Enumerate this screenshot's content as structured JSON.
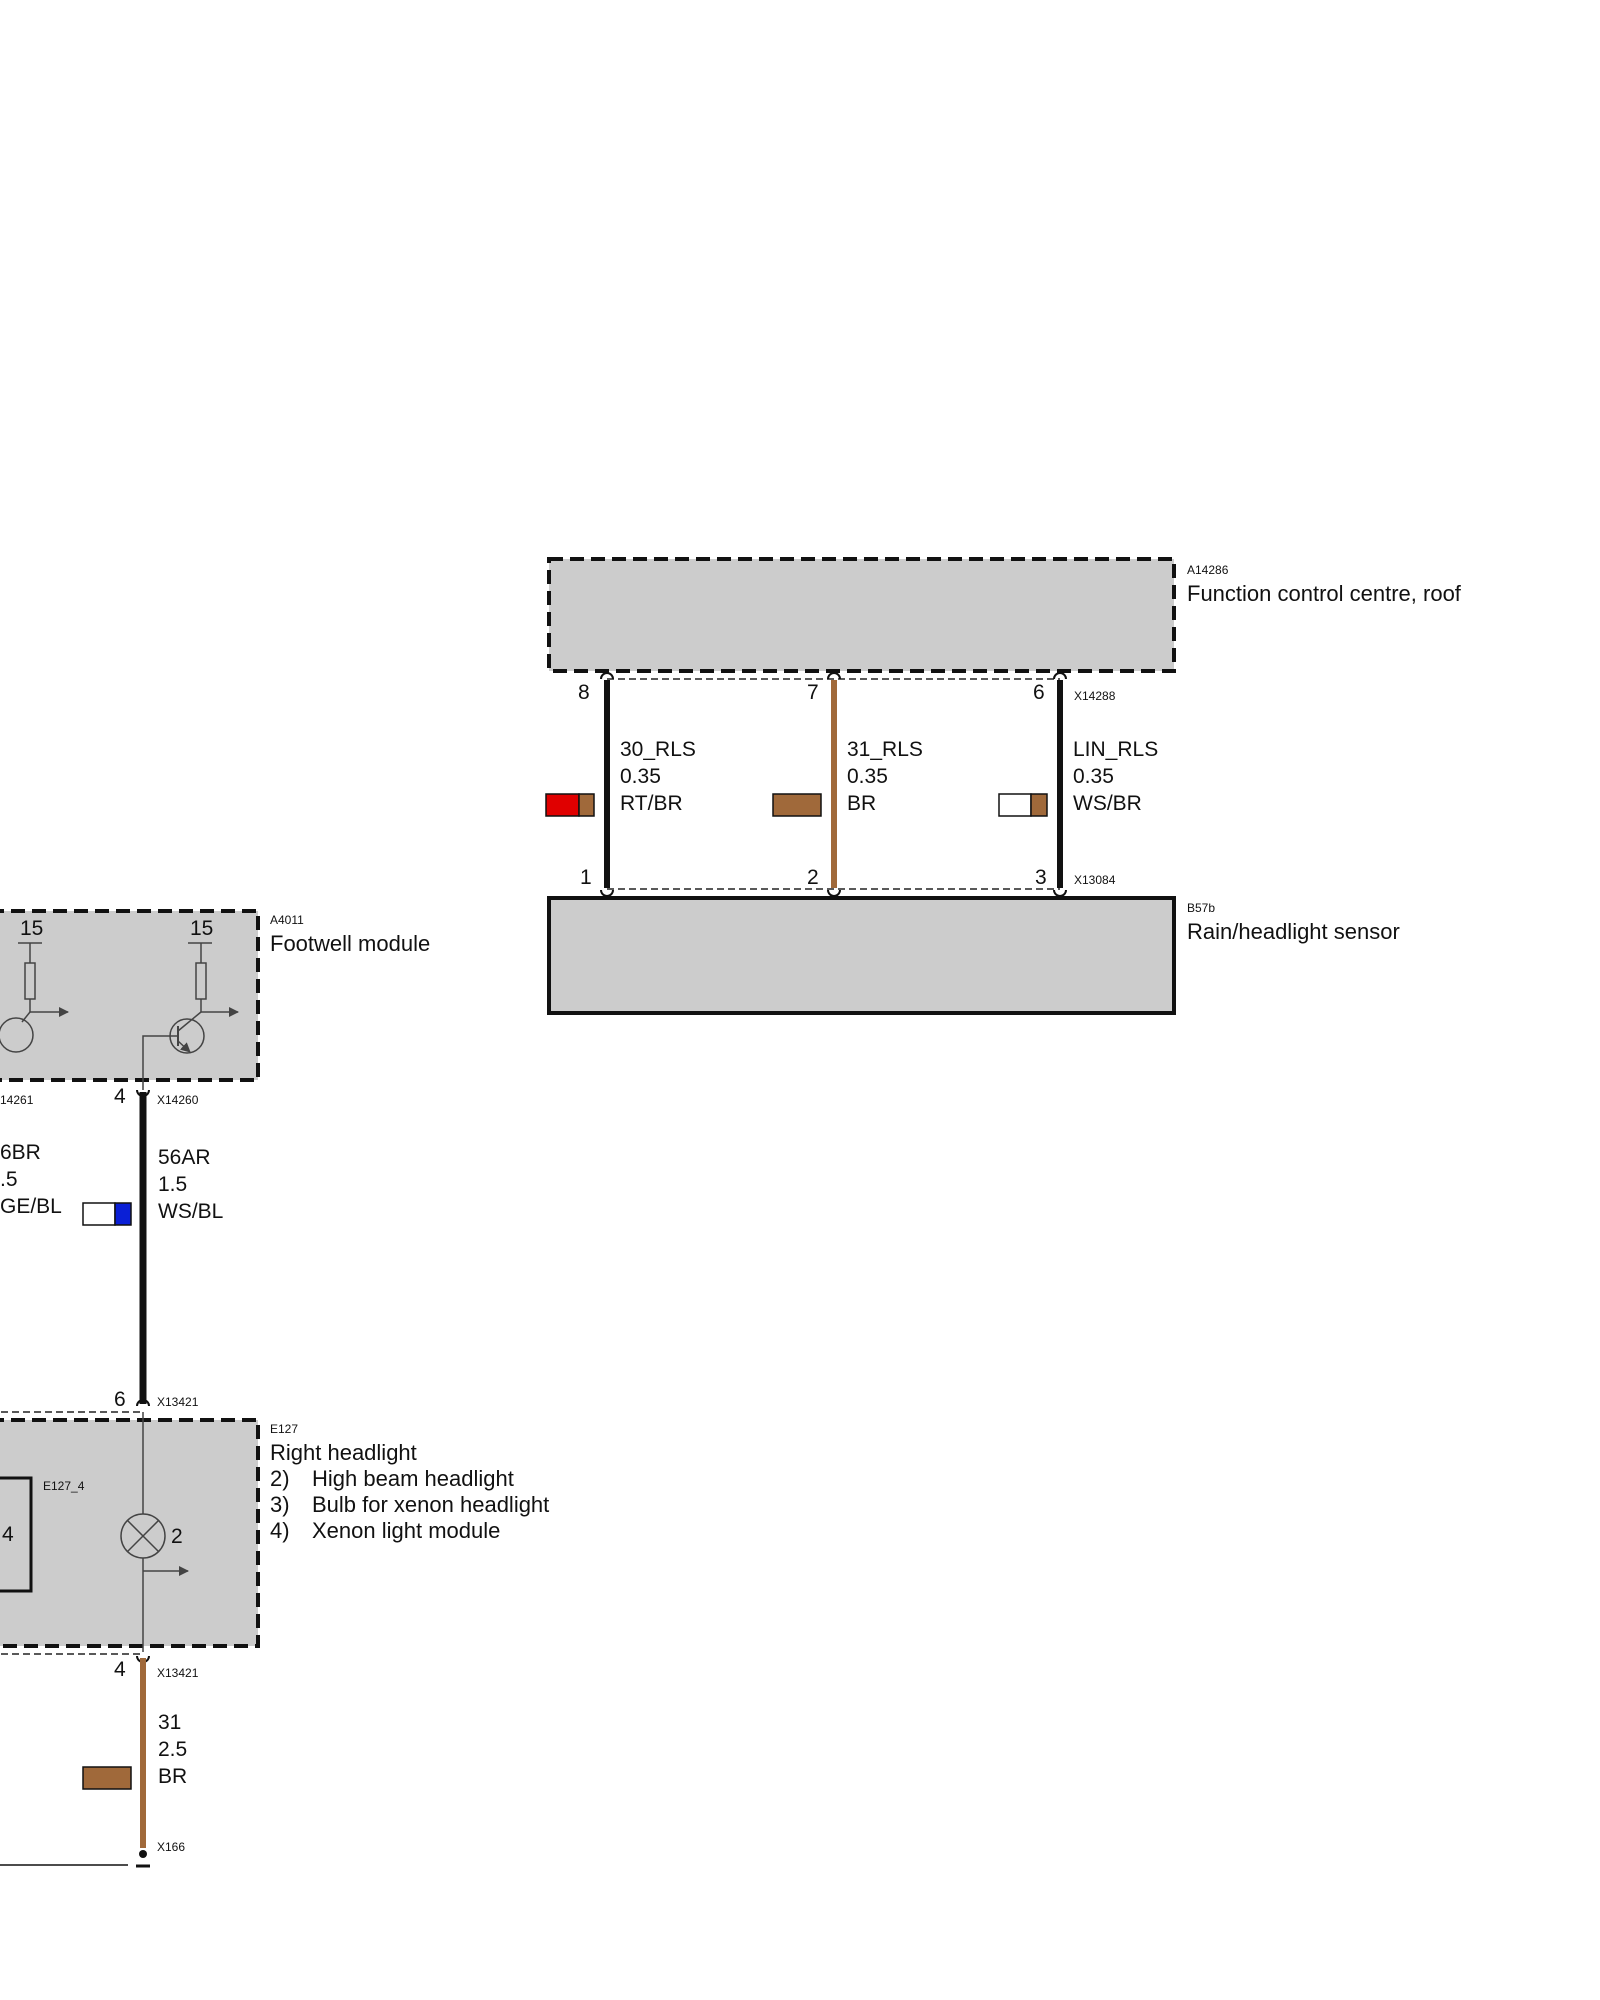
{
  "colors": {
    "box_fill": "#cccccc",
    "black": "#111111",
    "brown": "#a0693a",
    "red": "#e00000",
    "white": "#ffffff",
    "blue": "#0a1fd6"
  },
  "fcc": {
    "code": "A14286",
    "name": "Function control centre, roof",
    "connector": "X14288",
    "pins": [
      "8",
      "7",
      "6"
    ]
  },
  "rls": {
    "code": "B57b",
    "name": "Rain/headlight sensor",
    "connector": "X13084",
    "pins": [
      "1",
      "2",
      "3"
    ]
  },
  "rls_wires": [
    {
      "signal": "30_RLS",
      "size": "0.35",
      "color_code": "RT/BR",
      "swatch": [
        "red",
        "brown"
      ],
      "line": "black"
    },
    {
      "signal": "31_RLS",
      "size": "0.35",
      "color_code": "BR",
      "swatch": [
        "brown"
      ],
      "line": "brown"
    },
    {
      "signal": "LIN_RLS",
      "size": "0.35",
      "color_code": "WS/BR",
      "swatch": [
        "white",
        "brown"
      ],
      "line": "black"
    }
  ],
  "footwell": {
    "code": "A4011",
    "name": "Footwell module",
    "supply_labels": [
      "15",
      "15"
    ],
    "connector_left": "14261",
    "connector": "X14260",
    "pin": "4"
  },
  "left_wire": {
    "signal": "6BR",
    "size": ".5",
    "color_code": "GE/BL"
  },
  "headlight_wire": {
    "signal": "56AR",
    "size": "1.5",
    "color_code": "WS/BL",
    "swatch": [
      "white",
      "blue"
    ]
  },
  "headlight": {
    "code": "E127",
    "name": "Right headlight",
    "connector_top": "X13421",
    "pin_top": "6",
    "connector_bottom": "X13421",
    "pin_bottom": "4",
    "sub_code": "E127_4",
    "sub_pin": "4",
    "bulb_pin": "2",
    "items": [
      {
        "num": "2)",
        "text": "High beam headlight"
      },
      {
        "num": "3)",
        "text": "Bulb for xenon headlight"
      },
      {
        "num": "4)",
        "text": "Xenon light module"
      }
    ]
  },
  "ground_wire": {
    "signal": "31",
    "size": "2.5",
    "color_code": "BR",
    "swatch": [
      "brown"
    ]
  },
  "ground": {
    "code": "X166"
  }
}
